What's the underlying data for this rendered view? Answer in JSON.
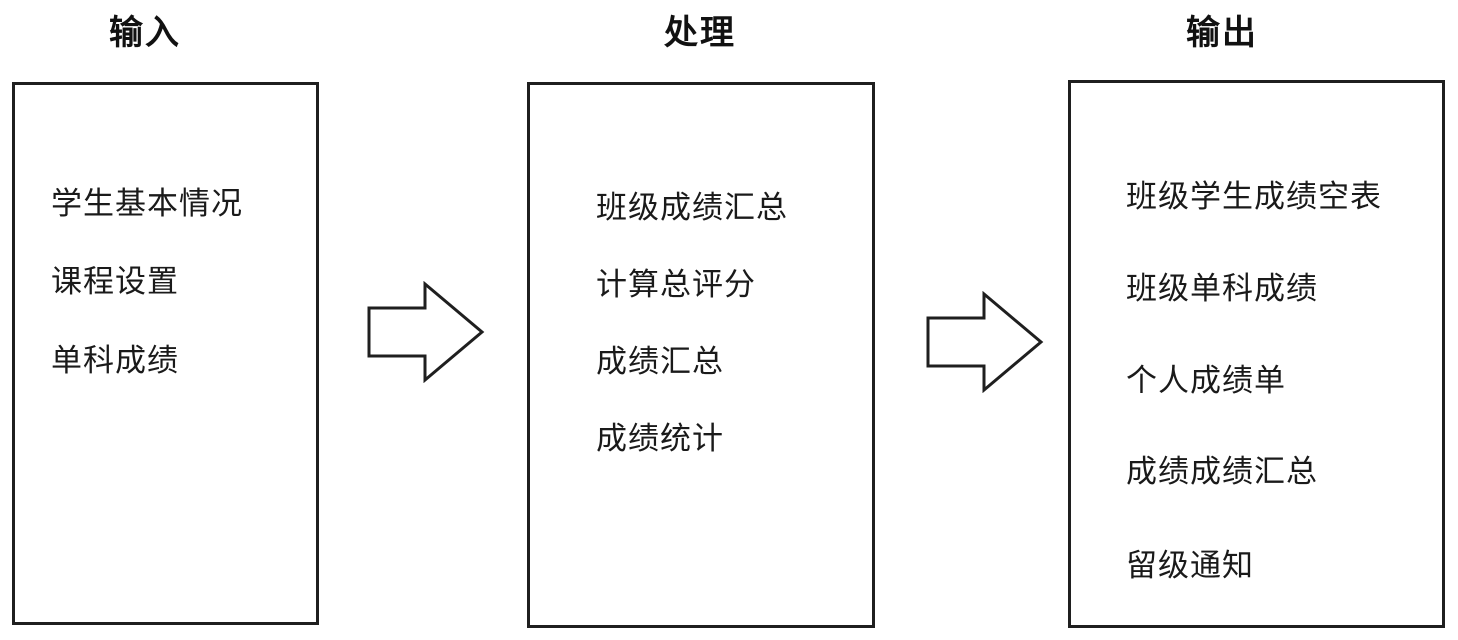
{
  "diagram": {
    "columns": [
      {
        "title": "输入",
        "items": [
          "学生基本情况",
          "课程设置",
          "单科成绩"
        ]
      },
      {
        "title": "处理",
        "items": [
          "班级成绩汇总",
          "计算总评分",
          "成绩汇总",
          "成绩统计"
        ]
      },
      {
        "title": "输出",
        "items": [
          "班级学生成绩空表",
          "班级单科成绩",
          "个人成绩单",
          "成绩成绩汇总",
          "留级通知"
        ]
      }
    ],
    "arrows": [
      "right-block-arrow",
      "right-block-arrow"
    ],
    "colors": {
      "line": "#1f1f1f",
      "text": "#1a1a1a",
      "background": "#ffffff"
    }
  }
}
